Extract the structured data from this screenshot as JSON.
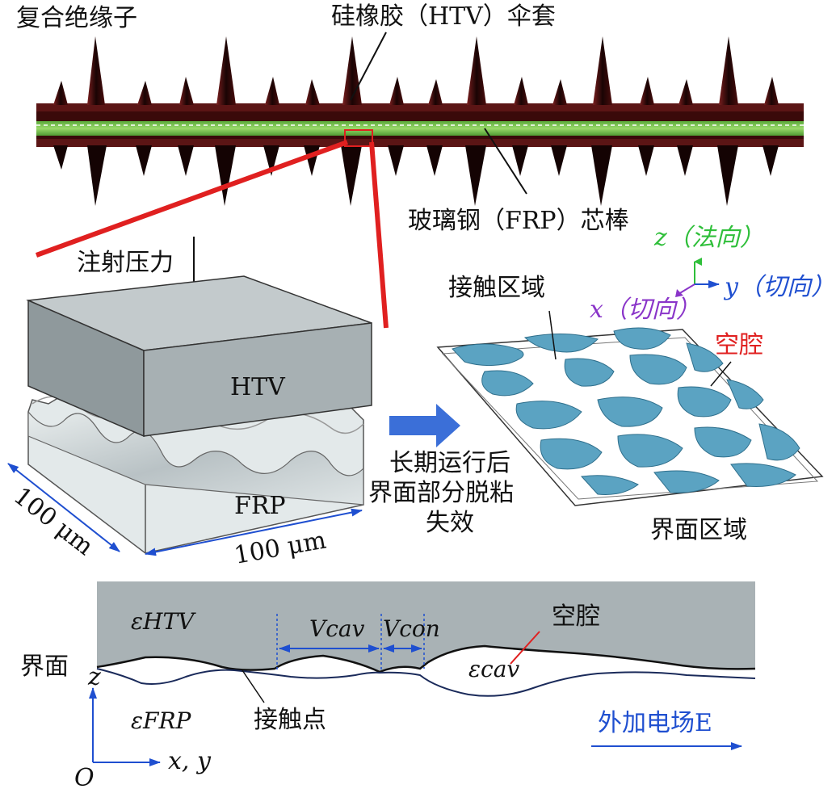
{
  "labels": {
    "composite_insulator": "复合绝缘子",
    "silicone_shed": "硅橡胶（HTV）伞套",
    "frp_core": "玻璃钢（FRP）芯棒",
    "injection_pressure": "注射压力",
    "htv_block": "HTV",
    "frp_block": "FRP",
    "dim_left": "100 μm",
    "dim_bottom": "100 μm",
    "after_operation_1": "长期运行后",
    "after_operation_2": "界面部分脱粘",
    "after_operation_3": "失效",
    "contact_region": "接触区域",
    "cavity_top": "空腔",
    "interface_region": "界面区域",
    "axis_z": "z（法向）",
    "axis_y": "y（切向）",
    "axis_x": "x（切向）",
    "interface": "界面",
    "eps_htv": "εHTV",
    "v_cav": "Vcav",
    "v_con": "Vcon",
    "cavity_bottom": "空腔",
    "eps_cav": "εcav",
    "contact_point": "接触点",
    "eps_frp": "εFRP",
    "origin": "O",
    "coord_z": "z",
    "coord_xy": "x, y",
    "applied_field": "外加电场E"
  },
  "colors": {
    "shed_dark": "#2a0808",
    "rod_green": "#7cc24e",
    "htv_gray": "#a9b2b5",
    "frp_light": "#e6eced",
    "cavity_blue": "#5ba3c2",
    "arrow_blue": "#3b6fd8",
    "dim_blue": "#1f4fd0",
    "red": "#e02020",
    "green_axis": "#2fbf3a",
    "purple_axis": "#8a35c9"
  }
}
